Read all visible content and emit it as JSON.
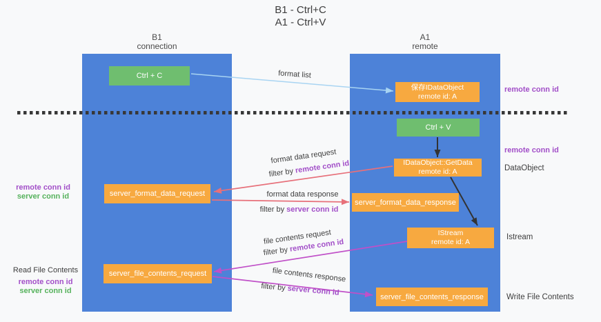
{
  "title": {
    "line1": "B1 - Ctrl+C",
    "line2": "A1 - Ctrl+V"
  },
  "lanes": {
    "left": {
      "title": "B1",
      "subtitle": "connection"
    },
    "right": {
      "title": "A1",
      "subtitle": "remote"
    }
  },
  "nodes": {
    "ctrl_c": {
      "label": "Ctrl + C"
    },
    "ctrl_v": {
      "label": "Ctrl + V"
    },
    "save_dataobject": {
      "line1": "保存IDataObject",
      "line2": "remote id: A"
    },
    "getdata": {
      "line1": "IDataObject::GetData",
      "line2": "remote id: A"
    },
    "istream": {
      "line1": "IStream",
      "line2": "remote id: A"
    },
    "server_format_data_request": {
      "label": "server_format_data_request"
    },
    "server_format_data_response": {
      "label": "server_format_data_response"
    },
    "server_file_contents_request": {
      "label": "server_file_contents_request"
    },
    "server_file_contents_response": {
      "label": "server_file_contents_response"
    }
  },
  "labels": {
    "format_list": "format list",
    "format_data_request": "format data request",
    "format_data_response": "format data response",
    "file_contents_request": "file contents request",
    "file_contents_response": "file contents response",
    "filter_by": "filter by ",
    "remote_conn_id": "remote conn id",
    "server_conn_id": "server conn id",
    "dataobject": "DataObject",
    "istream": "Istream",
    "read_file_contents": "Read File Contents",
    "write_file_contents": "Write File Contents"
  },
  "colors": {
    "background": "#f8f9fa",
    "lane_blue": "#4d82d8",
    "node_green": "#6fbe6f",
    "node_orange": "#f7a940",
    "arrow_light_blue": "#a8d4f2",
    "arrow_black": "#333333",
    "arrow_salmon": "#e7707a",
    "arrow_magenta": "#c050c8",
    "text_purple": "#a24fc8",
    "text_green": "#56b25c",
    "dashed_line": "#383838"
  }
}
